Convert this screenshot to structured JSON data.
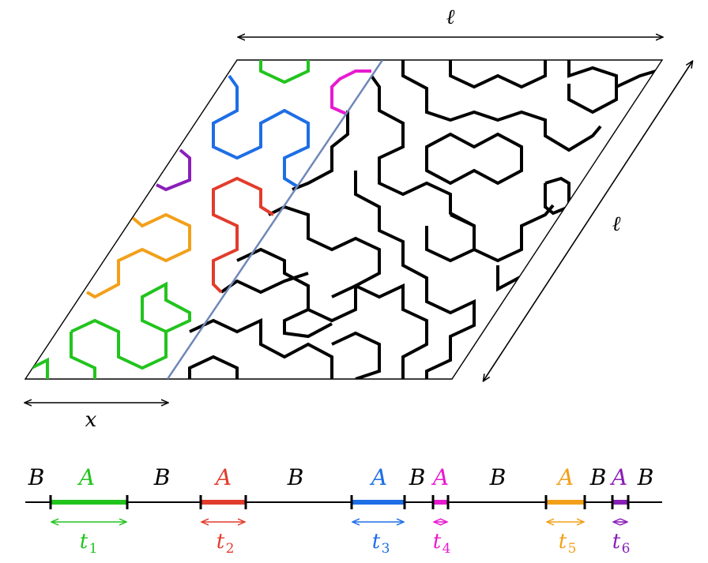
{
  "labels": {
    "length_top": "ℓ",
    "length_side": "ℓ",
    "offset": "x"
  },
  "segments": [
    {
      "letter": "B",
      "color": "#000000"
    },
    {
      "letter": "A",
      "color": "#22c41e"
    },
    {
      "letter": "B",
      "color": "#000000"
    },
    {
      "letter": "A",
      "color": "#e23c2c"
    },
    {
      "letter": "B",
      "color": "#000000"
    },
    {
      "letter": "A",
      "color": "#1e6ee6"
    },
    {
      "letter": "B",
      "color": "#000000"
    },
    {
      "letter": "A",
      "color": "#e81ad0"
    },
    {
      "letter": "B",
      "color": "#000000"
    },
    {
      "letter": "A",
      "color": "#f2a01a"
    },
    {
      "letter": "B",
      "color": "#000000"
    },
    {
      "letter": "A",
      "color": "#8a1fb8"
    },
    {
      "letter": "B",
      "color": "#000000"
    }
  ],
  "durations": [
    {
      "symbol": "t",
      "index": "1",
      "color": "#22c41e"
    },
    {
      "symbol": "t",
      "index": "2",
      "color": "#e23c2c"
    },
    {
      "symbol": "t",
      "index": "3",
      "color": "#1e6ee6"
    },
    {
      "symbol": "t",
      "index": "4",
      "color": "#e81ad0"
    },
    {
      "symbol": "t",
      "index": "5",
      "color": "#f2a01a"
    },
    {
      "symbol": "t",
      "index": "6",
      "color": "#8a1fb8"
    }
  ],
  "colors": {
    "green": "#22c41e",
    "red": "#e23c2c",
    "blue": "#1e6ee6",
    "magenta": "#e81ad0",
    "orange": "#f2a01a",
    "purple": "#8a1fb8",
    "cut_line": "#6f88b8",
    "path": "#000000"
  }
}
